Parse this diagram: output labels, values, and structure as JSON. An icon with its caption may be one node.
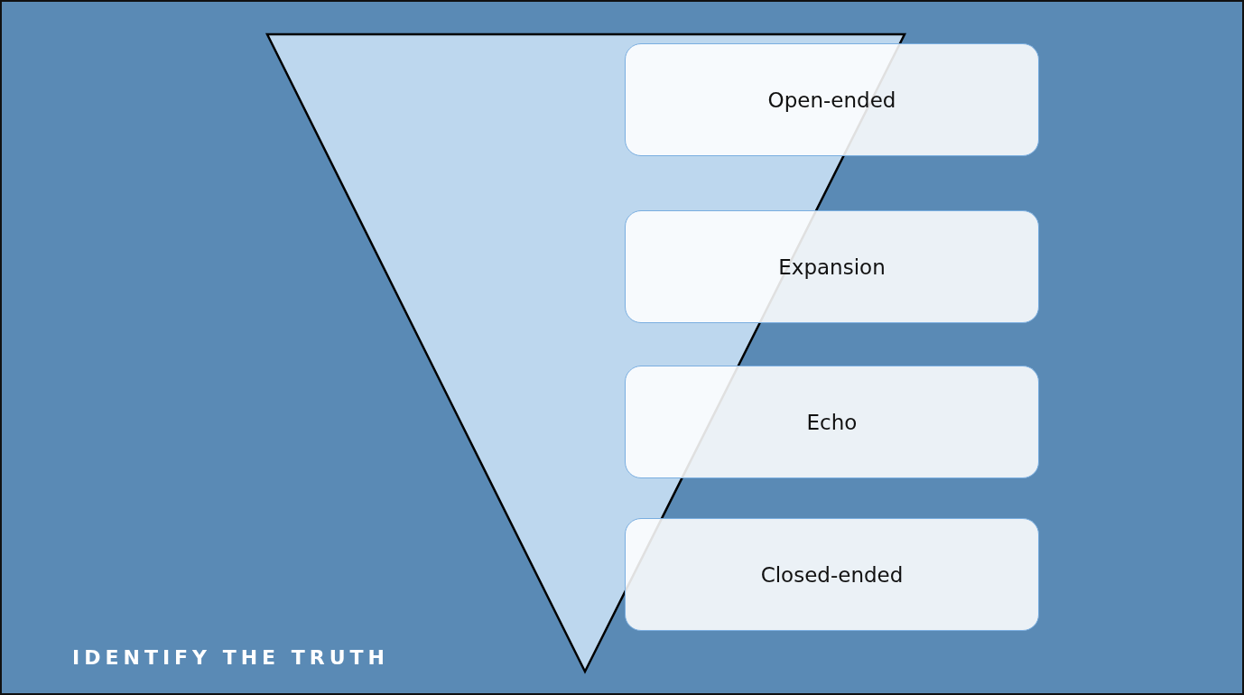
{
  "diagram": {
    "nodes": [
      {
        "text": [
          "Open-ended"
        ]
      },
      {
        "text": [
          "Expansion"
        ]
      },
      {
        "text": [
          "Echo"
        ]
      },
      {
        "text": [
          "Closed-ended"
        ]
      }
    ],
    "labels": [
      "IDENTIFY THE TRUTH"
    ]
  }
}
